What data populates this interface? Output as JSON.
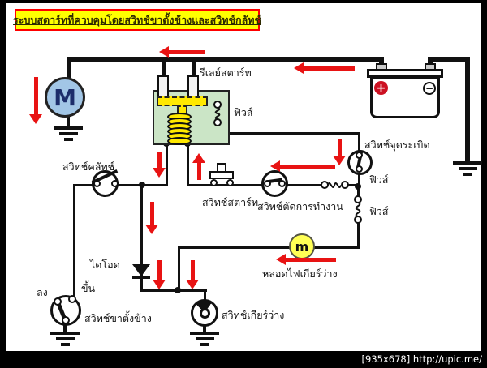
{
  "title": {
    "text": "ระบบสตาร์ทที่ควบคุมโดยสวิทช์ขาตั้งข้างและสวิทช์กลัทช์"
  },
  "watermark": {
    "text": "[935x678] http://upic.me/"
  },
  "components": {
    "motor": {
      "symbol": "M"
    },
    "battery": {
      "plus_symbol": "+",
      "minus_symbol": "−"
    },
    "starter_relay": {
      "label": "รีเลย์สตาร์ท",
      "fuse_label": "ฟิวส์"
    },
    "ignition_switch": {
      "label": "สวิทช์จุดระเบิด"
    },
    "main_fuse": {
      "label": "ฟิวส์"
    },
    "sub_fuse": {
      "label": "ฟิวส์"
    },
    "clutch_switch": {
      "label": "สวิทช์คลัทช์"
    },
    "starter_switch": {
      "label": "สวิทช์สตาร์ท"
    },
    "cutoff_switch": {
      "label": "สวิทช์ตัดการทำงาน"
    },
    "diode": {
      "label": "ไดโอด"
    },
    "neutral_lamp": {
      "label": "หลอดไฟเกียร์ว่าง",
      "filament_symbol": "m"
    },
    "neutral_switch": {
      "label": "สวิทช์เกียร์ว่าง"
    },
    "side_stand_switch": {
      "label": "สวิทช์ขาตั้งข้าง",
      "down_label": "ลง",
      "up_label": "ขึ้น"
    }
  },
  "colors": {
    "wire": "#111111",
    "arrow_red": "#e81313",
    "relay_box_green": "#cbe5c6",
    "coil_yellow": "#ffe800",
    "title_bg": "#ffff00",
    "title_border": "#ff0000",
    "motor_blue": "#a2c6e6",
    "motor_navy": "#1c2d6b",
    "plus_red": "#cc1122",
    "lamp_yellow": "#ffff55"
  }
}
